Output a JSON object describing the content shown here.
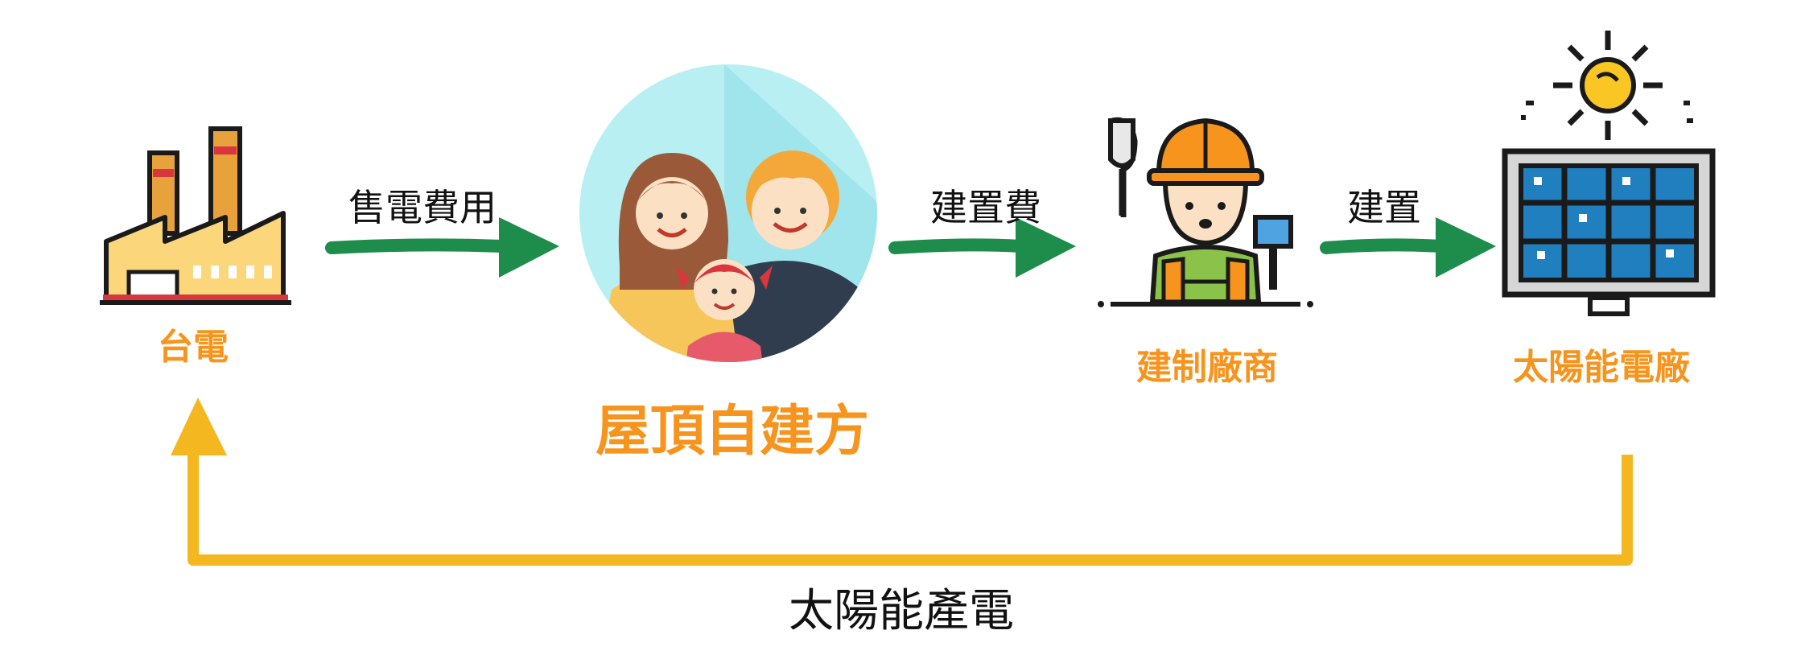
{
  "nodes": {
    "power_company": "台電",
    "homeowner": "屋頂自建方",
    "contractor": "建制廠商",
    "solar_plant": "太陽能電廠"
  },
  "edges": {
    "sell_electricity": "售電費用",
    "construction_fee": "建置費",
    "construct": "建置",
    "solar_generation": "太陽能產電"
  },
  "colors": {
    "node_label": "#f7941d",
    "flow_arrow": "#1e8c4a",
    "return_arrow": "#f5b71f",
    "edge_label": "#111111"
  },
  "icons": [
    "factory-icon",
    "family-icon",
    "construction-worker-icon",
    "solar-panel-icon",
    "sun-icon"
  ]
}
